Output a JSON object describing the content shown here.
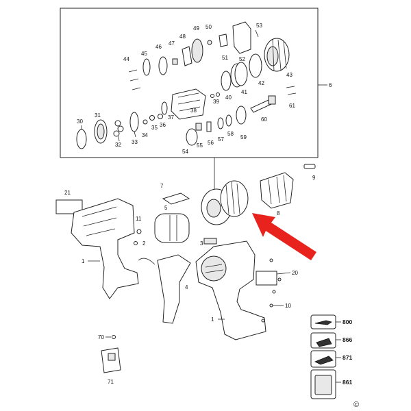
{
  "part_numbers": {
    "p1_left": "1",
    "p1_right": "1",
    "p2": "2",
    "p3": "3",
    "p4": "4",
    "p5": "5",
    "p6": "6",
    "p7": "7",
    "p8": "8",
    "p9": "9",
    "p10": "10",
    "p11": "11",
    "p20": "20",
    "p21": "21",
    "p30": "30",
    "p31": "31",
    "p32": "32",
    "p33": "33",
    "p34": "34",
    "p35": "35",
    "p36": "36",
    "p37": "37",
    "p38": "38",
    "p39": "39",
    "p40": "40",
    "p41": "41",
    "p42": "42",
    "p43": "43",
    "p44": "44",
    "p45": "45",
    "p46": "46",
    "p47": "47",
    "p48": "48",
    "p49": "49",
    "p50": "50",
    "p51": "51",
    "p52": "52",
    "p53": "53",
    "p54": "54",
    "p55": "55",
    "p56": "56",
    "p57": "57",
    "p58": "58",
    "p59": "59",
    "p60": "60",
    "p61": "61",
    "p70": "70",
    "p71": "71",
    "p800": "800",
    "p866": "866",
    "p871": "871",
    "p861": "861"
  },
  "copyright_symbol": "©",
  "icons": {
    "arrow": "red-pointer-arrow"
  },
  "colors": {
    "arrow": "#e8231d",
    "line": "#222222"
  }
}
